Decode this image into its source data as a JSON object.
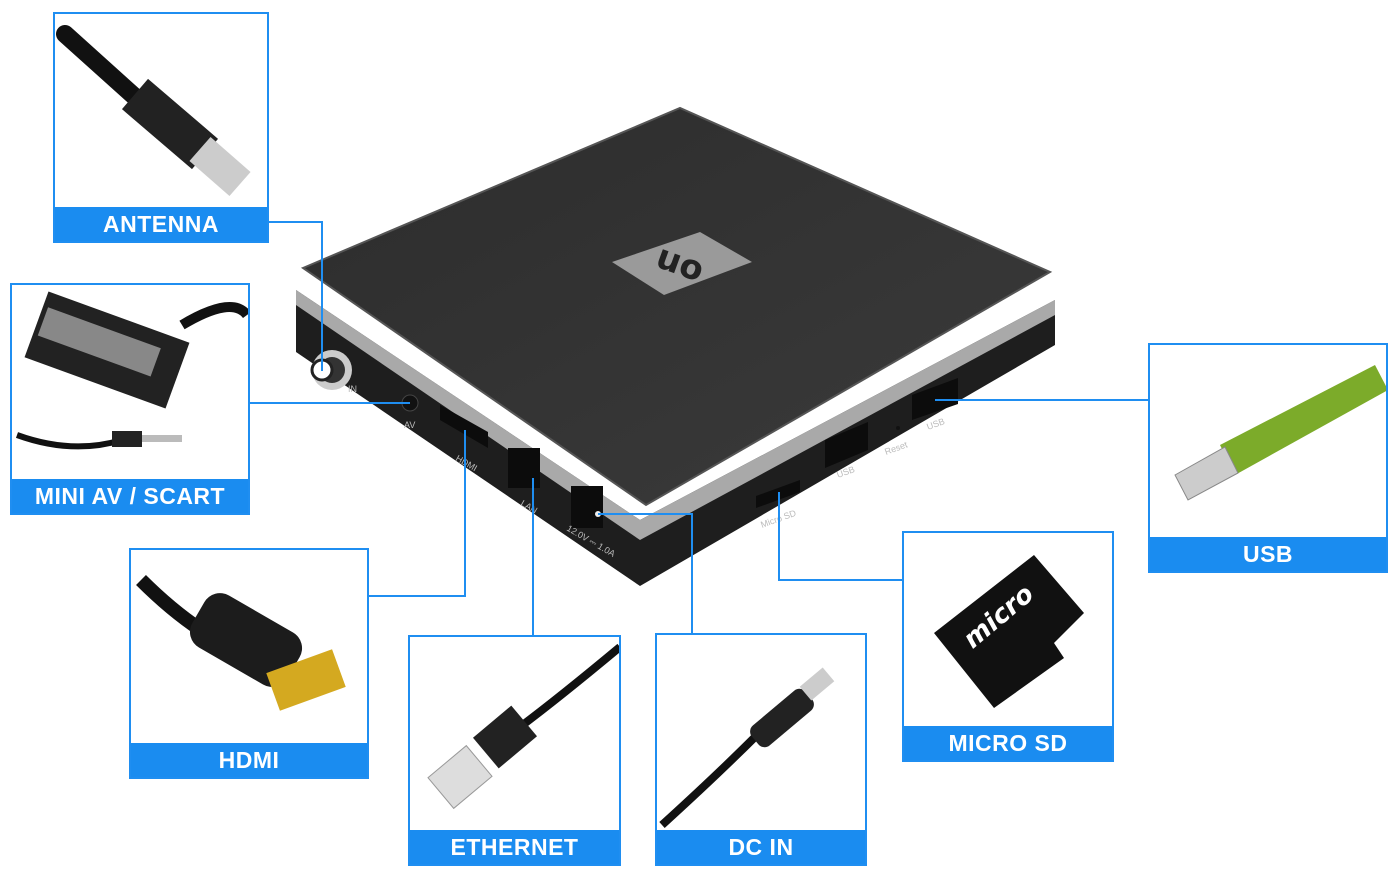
{
  "device": {
    "logo": "on",
    "port_labels": {
      "antenna_in": "IN",
      "av": "AV",
      "hdmi": "HDMI",
      "lan": "LAN",
      "dc": "12.0V ⎓ 1.0A",
      "micro_sd": "Micro SD",
      "usb_1": "USB",
      "reset": "Reset",
      "usb_2": "USB"
    }
  },
  "callouts": [
    {
      "label": "ANTENNA",
      "icon": "antenna-coax-plug"
    },
    {
      "label": "MINI AV / SCART",
      "icon": "scart-and-jack-cable"
    },
    {
      "label": "HDMI",
      "icon": "hdmi-cable"
    },
    {
      "label": "ETHERNET",
      "icon": "ethernet-cable"
    },
    {
      "label": "DC IN",
      "icon": "dc-power-plug"
    },
    {
      "label": "MICRO SD",
      "icon": "microsd-card"
    },
    {
      "label": "USB",
      "icon": "usb-stick"
    }
  ],
  "colors": {
    "accent": "#1a8cf0"
  }
}
